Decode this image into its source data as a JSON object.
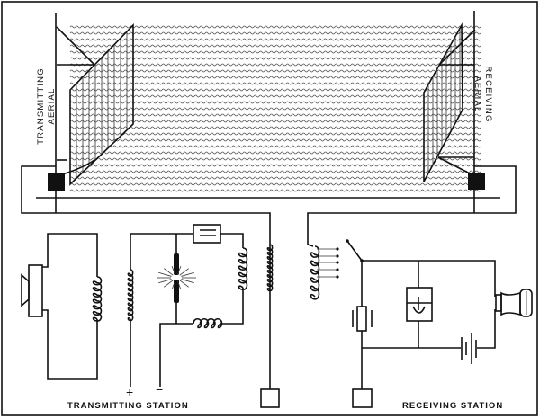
{
  "labels": {
    "transmitting_aerial_line1": "TRANSMITTING",
    "transmitting_aerial_line2": "AERIAL",
    "receiving_aerial_line1": "RECEIVING",
    "receiving_aerial_line2": "AERIAL",
    "transmitting_station": "TRANSMITTING STATION",
    "receiving_station": "RECEIVING STATION",
    "plus": "+",
    "minus": "−"
  },
  "colors": {
    "ink": "#111111",
    "paper": "#ffffff"
  }
}
